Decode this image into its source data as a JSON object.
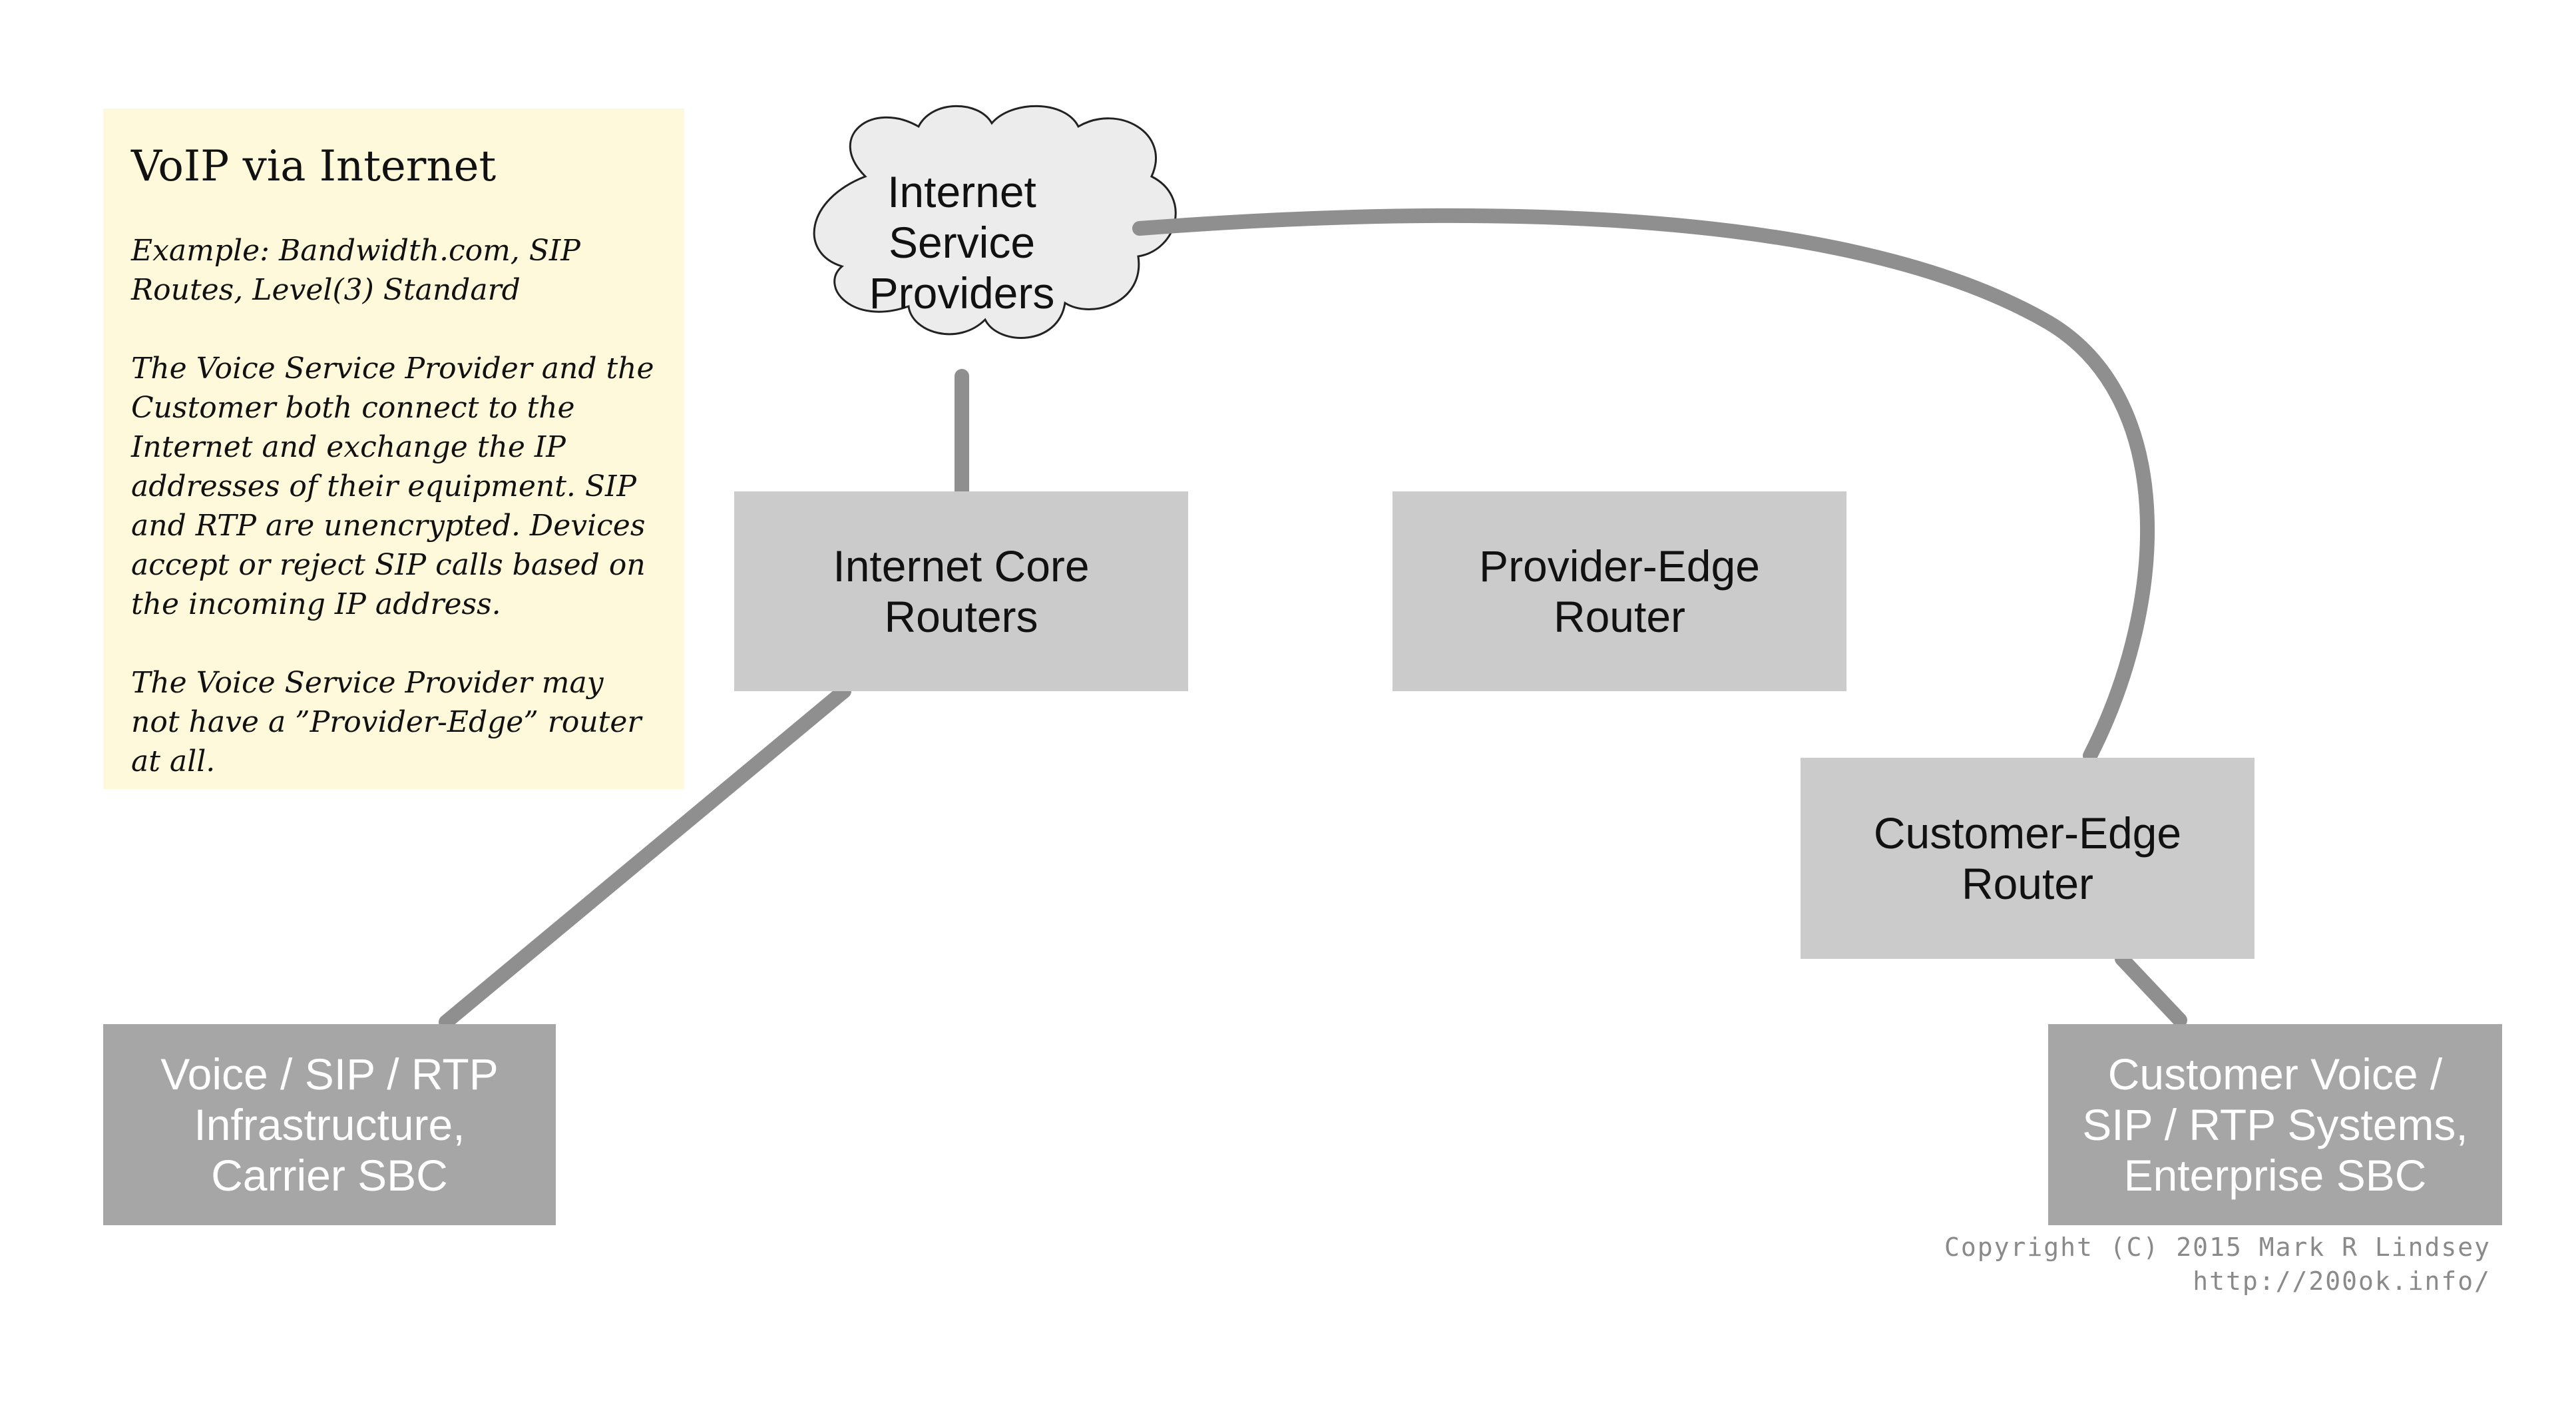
{
  "note": {
    "title": "VoIP via Internet",
    "paragraphs": [
      "Example: Bandwidth.com, SIP Routes, Level(3) Standard",
      "The Voice Service Provider and the Customer both connect to the Internet and  exchange the IP addresses of their equipment. SIP and RTP are unencrypted. Devices accept or reject SIP calls based on the incoming IP address.",
      "The Voice Service Provider may not have a ”Provider-Edge” router at all."
    ]
  },
  "cloud": {
    "label": "Internet\nService\nProviders"
  },
  "nodes": {
    "internet_core": "Internet Core\nRouters",
    "provider_edge": "Provider-Edge\nRouter",
    "customer_edge": "Customer-Edge\nRouter",
    "carrier": "Voice / SIP / RTP\nInfrastructure,\nCarrier SBC",
    "customer_systems": "Customer Voice /\nSIP / RTP Systems,\nEnterprise SBC"
  },
  "copyright": {
    "line1": "Copyright (C) 2015 Mark R Lindsey",
    "line2": "http://200ok.info/"
  },
  "colors": {
    "note_background": "#fff9dc",
    "light_box": "#cbcbcb",
    "dark_box": "#a6a6a6",
    "connector": "#8f8f8f",
    "cloud_fill": "#ececec"
  }
}
